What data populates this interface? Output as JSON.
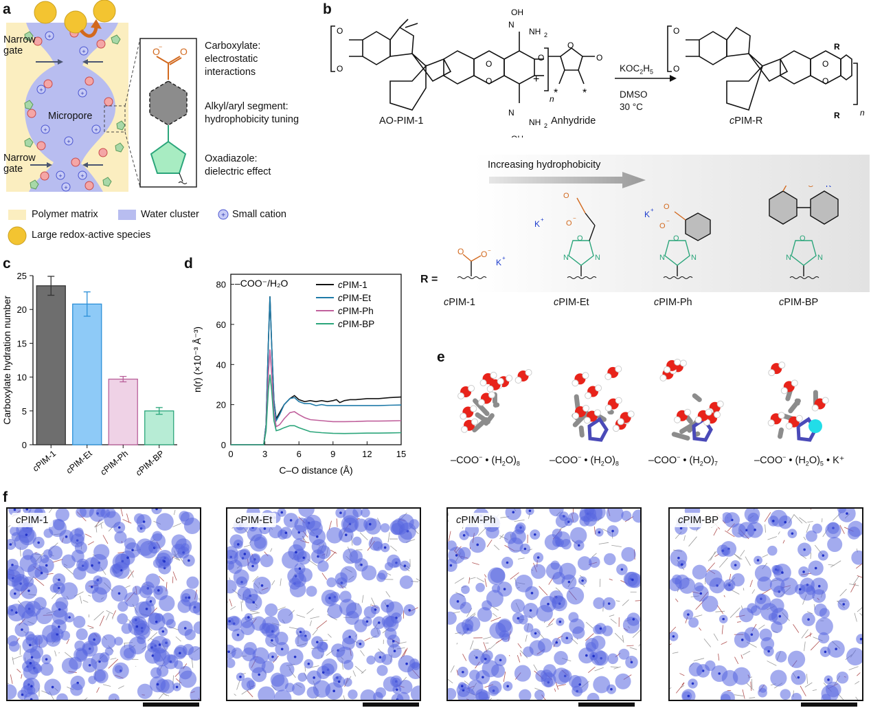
{
  "panel_letters": {
    "a": "a",
    "b": "b",
    "c": "c",
    "d": "d",
    "e": "e",
    "f": "f"
  },
  "panel_a": {
    "narrow_gate_top": [
      "Narrow",
      "gate"
    ],
    "narrow_gate_bottom": [
      "Narrow",
      "gate"
    ],
    "micropore": "Micropore",
    "annotations": [
      {
        "lines": [
          "Carboxylate:",
          "electrostatic",
          "interactions"
        ]
      },
      {
        "lines": [
          "Alkyl/aryl segment:",
          "hydrophobicity tuning"
        ]
      },
      {
        "lines": [
          "Oxadiazole:",
          "dielectric effect"
        ]
      }
    ],
    "legend": {
      "polymer_matrix": "Polymer matrix",
      "water_cluster": "Water cluster",
      "small_cation": "Small cation",
      "large_redox": "Large redox-active species"
    },
    "colors": {
      "matrix": "#fbeec0",
      "water": "#b8bdf0",
      "cation": "#6c76e0",
      "anion": "#f4a6a6",
      "redox": "#f3c431",
      "arrow": "#d2691e",
      "carboxylate": "#d2691e",
      "oxadiazole": "#2aa57a"
    }
  },
  "panel_b": {
    "reactant1": "AO-PIM-1",
    "reactant2": "Anhydride",
    "product": "cPIM-R",
    "product_prefix": "c",
    "product_main": "PIM-R",
    "reagent": "KOC2H5",
    "reagent_parts": {
      "a": "KOC",
      "s1": "2",
      "b": "H",
      "s2": "5"
    },
    "solvent": "DMSO",
    "temperature": "30 °C",
    "gradient_label": "Increasing hydrophobicity",
    "r_equals": "R =",
    "n": "n",
    "oxime": "OH",
    "amine": "NH",
    "amine_sub": "2",
    "oxime_n": "N",
    "r_symbol": "R",
    "plus": "+",
    "star": "*",
    "potassium": "K",
    "variants": [
      {
        "prefix": "c",
        "name": "PIM-1"
      },
      {
        "prefix": "c",
        "name": "PIM-Et"
      },
      {
        "prefix": "c",
        "name": "PIM-Ph"
      },
      {
        "prefix": "c",
        "name": "PIM-BP"
      }
    ]
  },
  "chart_data": [
    {
      "type": "bar",
      "panel": "c",
      "categories": [
        "cPIM-1",
        "cPIM-Et",
        "cPIM-Ph",
        "cPIM-BP"
      ],
      "values": [
        23.5,
        20.8,
        9.7,
        5.0
      ],
      "errors": [
        1.4,
        1.8,
        0.4,
        0.5
      ],
      "ylabel": "Carboxylate hydration number",
      "xlabel": "",
      "ylim": [
        0,
        25
      ],
      "yticks": [
        0,
        5,
        10,
        15,
        20,
        25
      ],
      "colors": [
        "#6e6e6e",
        "#8ecaf7",
        "#efd2e6",
        "#b7ecd5"
      ],
      "edge_colors": [
        "#333333",
        "#2b8fd8",
        "#b9609a",
        "#2aa57a"
      ]
    },
    {
      "type": "line",
      "panel": "d",
      "title": "–COO⁻/H₂O",
      "xlabel": "C–O distance (Å)",
      "ylabel": "n(r) (×10⁻³ Å⁻³)",
      "xlim": [
        0,
        15
      ],
      "ylim": [
        0,
        85
      ],
      "xticks": [
        0,
        3,
        6,
        9,
        12,
        15
      ],
      "yticks": [
        0,
        20,
        40,
        60,
        80
      ],
      "legend_position": "top-right",
      "series": [
        {
          "name": "cPIM-1",
          "color": "#111111",
          "x": [
            0,
            2.9,
            3.1,
            3.3,
            3.45,
            3.6,
            3.8,
            4.0,
            4.3,
            4.7,
            5.2,
            5.6,
            6.0,
            6.5,
            7,
            7.5,
            8,
            8.5,
            9,
            9.3,
            9.6,
            10,
            10.5,
            11,
            12,
            13,
            14,
            15
          ],
          "y": [
            0,
            0,
            10,
            50,
            74,
            50,
            22,
            13,
            16,
            20,
            23,
            24.5,
            22.5,
            21.5,
            22,
            21.5,
            22,
            21.5,
            22,
            22.5,
            21,
            22,
            22.5,
            22.5,
            23,
            23,
            23.5,
            23.8
          ]
        },
        {
          "name": "cPIM-Et",
          "color": "#1e7aa8",
          "x": [
            0,
            2.9,
            3.1,
            3.3,
            3.45,
            3.6,
            3.8,
            4.0,
            4.3,
            4.7,
            5.2,
            5.6,
            6.0,
            6.5,
            7,
            7.5,
            8,
            8.5,
            9,
            10,
            11,
            12,
            13,
            14,
            15
          ],
          "y": [
            0,
            0,
            10,
            50,
            74,
            50,
            22,
            12,
            15,
            20,
            23,
            23.5,
            21.5,
            20.5,
            20.5,
            19.5,
            20,
            19.5,
            19.5,
            19.5,
            19.5,
            19.5,
            19.5,
            19.7,
            19.8
          ]
        },
        {
          "name": "cPIM-Ph",
          "color": "#c0609c",
          "x": [
            0,
            2.9,
            3.1,
            3.3,
            3.45,
            3.6,
            3.8,
            4.0,
            4.3,
            4.7,
            5.2,
            5.6,
            6.0,
            6.5,
            7,
            8,
            9,
            10,
            11,
            12,
            13,
            14,
            15
          ],
          "y": [
            0,
            0,
            8,
            35,
            47.5,
            35,
            16,
            9,
            10,
            13,
            16,
            16.5,
            15,
            13.5,
            12.5,
            12,
            11.5,
            11.5,
            11.6,
            11.8,
            11.8,
            11.9,
            12
          ]
        },
        {
          "name": "cPIM-BP",
          "color": "#2aa57a",
          "x": [
            0,
            2.9,
            3.1,
            3.3,
            3.45,
            3.6,
            3.8,
            4.0,
            4.3,
            4.7,
            5.2,
            5.6,
            6.0,
            6.5,
            7,
            8,
            9,
            10,
            11,
            12,
            13,
            14,
            15
          ],
          "y": [
            0,
            0,
            7,
            27,
            35,
            27,
            12,
            7,
            7.5,
            8.5,
            9.5,
            9.5,
            8.5,
            7.5,
            6.5,
            6,
            5.7,
            5.6,
            5.7,
            5.8,
            5.8,
            5.9,
            6
          ]
        }
      ]
    }
  ],
  "panel_e": {
    "complexes": [
      {
        "head": "–COO",
        "sup": "−",
        "mid": " • (H",
        "sub2": "2",
        "mid2": "O)",
        "n": "8",
        "tail": ""
      },
      {
        "head": "–COO",
        "sup": "−",
        "mid": " • (H",
        "sub2": "2",
        "mid2": "O)",
        "n": "8",
        "tail": ""
      },
      {
        "head": "–COO",
        "sup": "−",
        "mid": " • (H",
        "sub2": "2",
        "mid2": "O)",
        "n": "7",
        "tail": ""
      },
      {
        "head": "–COO",
        "sup": "−",
        "mid": " • (H",
        "sub2": "2",
        "mid2": "O)",
        "n": "5",
        "tail": " • K⁺"
      }
    ],
    "colors": {
      "oxygen": "#e8231a",
      "hydrogen": "#ffffff",
      "carbon": "#8c8c8c",
      "nitrogen": "#4a4ab8",
      "potassium": "#22dde8"
    }
  },
  "panel_f": {
    "snapshots": [
      {
        "prefix": "c",
        "name": "PIM-1",
        "density": 0.88
      },
      {
        "prefix": "c",
        "name": "PIM-Et",
        "density": 0.78
      },
      {
        "prefix": "c",
        "name": "PIM-Ph",
        "density": 0.62
      },
      {
        "prefix": "c",
        "name": "PIM-BP",
        "density": 0.45
      }
    ],
    "colors": {
      "water": "#5766e0",
      "water_dark": "#2233c8",
      "frame": "#111111"
    }
  }
}
